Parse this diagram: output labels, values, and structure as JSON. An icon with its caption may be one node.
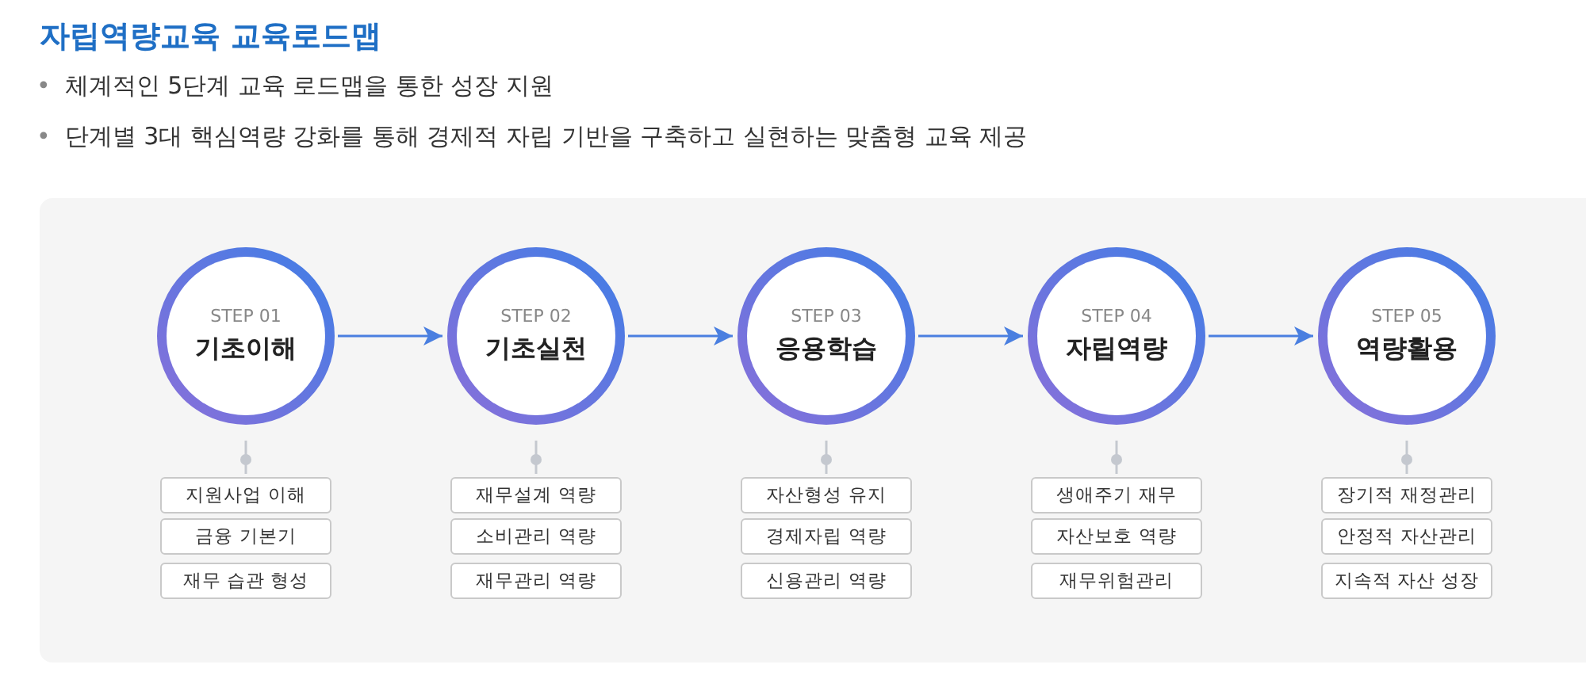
{
  "diagram": {
    "title": "자립역량교육 교육로드맵",
    "nodes": [
      {
        "text": [
          "STEP 01",
          "기초이해"
        ]
      },
      {
        "text": [
          "지원사업 이해"
        ]
      },
      {
        "text": [
          "금융 기본기"
        ]
      },
      {
        "text": [
          "재무 습관 형성"
        ]
      },
      {
        "text": [
          "STEP 02",
          "기초실천"
        ]
      },
      {
        "text": [
          "재무설계 역량"
        ]
      },
      {
        "text": [
          "소비관리 역량"
        ]
      },
      {
        "text": [
          "재무관리 역량"
        ]
      },
      {
        "text": [
          "STEP 03",
          "응용학습"
        ]
      },
      {
        "text": [
          "자산형성 유지"
        ]
      },
      {
        "text": [
          "경제자립 역량"
        ]
      },
      {
        "text": [
          "신용관리 역량"
        ]
      },
      {
        "text": [
          "STEP 04",
          "자립역량"
        ]
      },
      {
        "text": [
          "생애주기 재무"
        ]
      },
      {
        "text": [
          "자산보호 역량"
        ]
      },
      {
        "text": [
          "재무위험관리"
        ]
      },
      {
        "text": [
          "STEP 05",
          "역량활용"
        ]
      },
      {
        "text": [
          "장기적 재정관리"
        ]
      },
      {
        "text": [
          "안정적 자산관리"
        ]
      },
      {
        "text": [
          "지속적 자산 성장"
        ]
      }
    ],
    "edges": [
      {
        "from": 0,
        "to": 4,
        "arrow": "to",
        "color": "#4a7fe0"
      },
      {
        "from": 4,
        "to": 8,
        "arrow": "to",
        "color": "#4a7fe0"
      },
      {
        "from": 8,
        "to": 12,
        "arrow": "to",
        "color": "#4a7fe0"
      },
      {
        "from": 12,
        "to": 16,
        "arrow": "to",
        "color": "#4a7fe0"
      },
      {
        "from": 0,
        "to": 1,
        "arrow": "other",
        "color": "#c4c8cf"
      },
      {
        "from": 4,
        "to": 5,
        "arrow": "other",
        "color": "#c4c8cf"
      },
      {
        "from": 8,
        "to": 9,
        "arrow": "other",
        "color": "#c4c8cf"
      },
      {
        "from": 12,
        "to": 13,
        "arrow": "other",
        "color": "#c4c8cf"
      },
      {
        "from": 16,
        "to": 17,
        "arrow": "other",
        "color": "#c4c8cf"
      }
    ],
    "labels": [
      "•",
      "체계적인 5단계 교육 로드맵을 통한 성장 지원",
      "•",
      "단계별 3대 핵심역량 강화를 통해 경제적 자립 기반을 구축하고 실현하는 맞춤형 교육 제공"
    ]
  }
}
